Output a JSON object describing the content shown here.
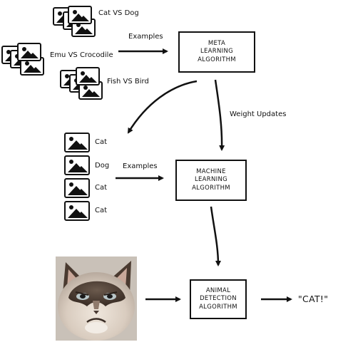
{
  "meta_tasks": [
    "Cat VS Dog",
    "Emu VS Crocodile",
    "Fish VS Bird"
  ],
  "examples_label_top": "Examples",
  "examples_label_mid": "Examples",
  "meta_box": [
    "META",
    "LEARNING",
    "ALGORITHM"
  ],
  "weight_updates_label": "Weight Updates",
  "training_labels": [
    "Cat",
    "Dog",
    "Cat",
    "Cat"
  ],
  "ml_box": [
    "MACHINE",
    "LEARNING",
    "ALGORITHM"
  ],
  "animal_box": [
    "ANIMAL",
    "DETECTION",
    "ALGORITHM"
  ],
  "result": "\"CAT!\"",
  "colors": {
    "ink": "#111111",
    "background": "#ffffff"
  }
}
